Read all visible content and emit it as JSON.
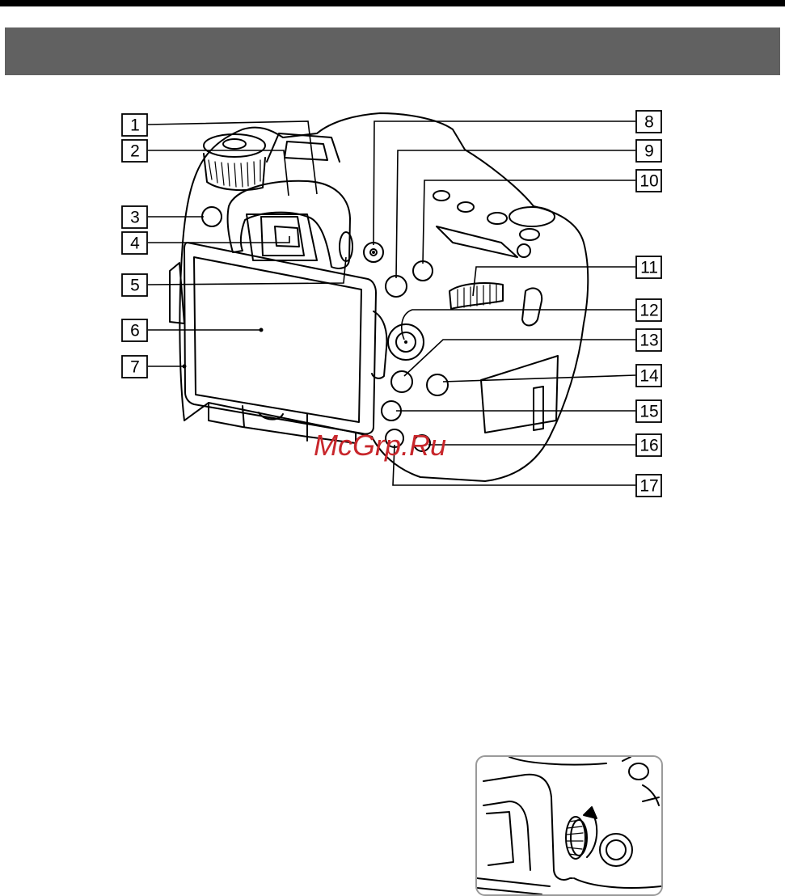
{
  "page": {
    "header_band_color": "#616161",
    "top_rule_color": "#000000"
  },
  "figure": {
    "callouts": [
      "1",
      "2",
      "3",
      "4",
      "5",
      "6",
      "7",
      "8",
      "9",
      "10",
      "11",
      "12",
      "13",
      "14",
      "15",
      "16",
      "17"
    ]
  },
  "watermark": {
    "text": "McGrp.Ru",
    "color": "#c8262b"
  }
}
